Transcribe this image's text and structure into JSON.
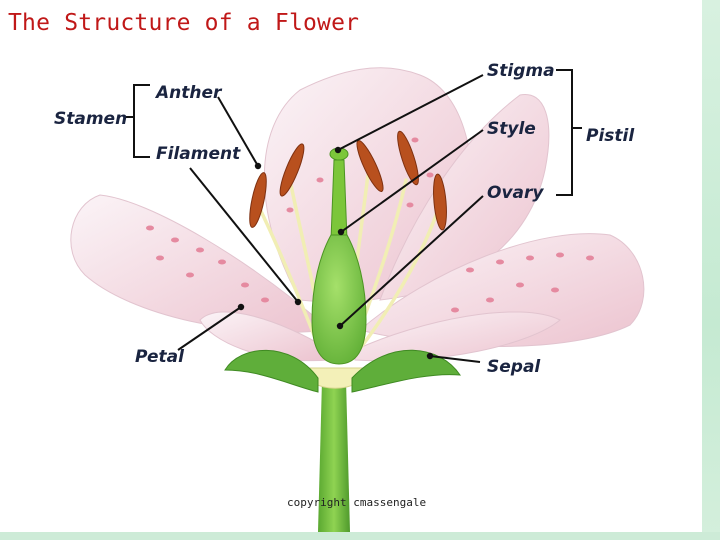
{
  "title": "The Structure of a Flower",
  "labels": {
    "stamen": "Stamen",
    "anther": "Anther",
    "filament": "Filament",
    "stigma": "Stigma",
    "style": "Style",
    "ovary": "Ovary",
    "pistil": "Pistil",
    "petal": "Petal",
    "sepal": "Sepal"
  },
  "copyright": "copyright cmassengale",
  "colors": {
    "title": "#c01818",
    "label": "#1a2440",
    "petal": "#f6e3e8",
    "petal_spots": "#e58aa0",
    "pistil": "#7cc63a",
    "anther": "#b8501e",
    "sepal": "#5fae3a",
    "background_band": "#c9ecd5"
  }
}
